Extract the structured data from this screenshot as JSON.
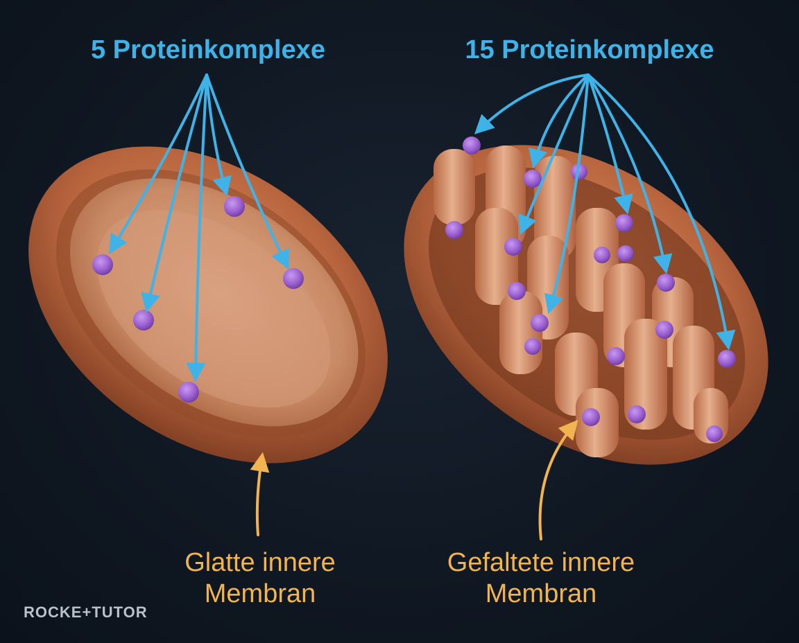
{
  "labels": {
    "left_top": "5 Proteinkomplexe",
    "right_top": "15 Proteinkomplexe",
    "left_bottom_line1": "Glatte innere",
    "left_bottom_line2": "Membran",
    "right_bottom_line1": "Gefaltete innere",
    "right_bottom_line2": "Membran"
  },
  "logo": "ROCKE+TUTOR",
  "colors": {
    "background": "#0f1723",
    "blue_arrow": "#3fb3e8",
    "gold_arrow": "#f2b450",
    "membrane": "#c97a52",
    "protein": "#9b5fd0"
  }
}
